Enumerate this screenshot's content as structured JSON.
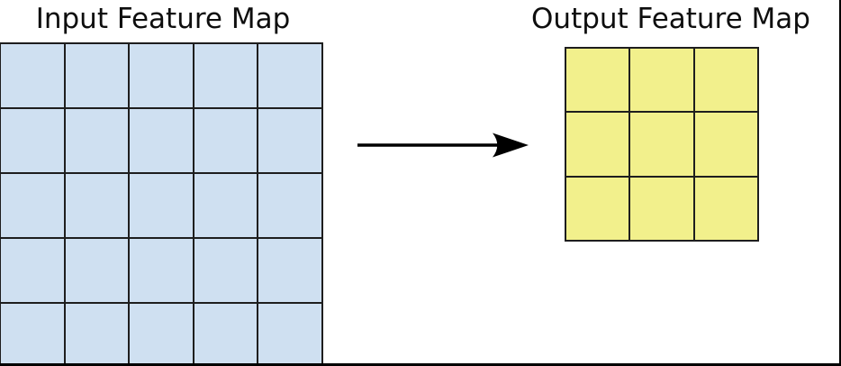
{
  "figure": {
    "background": "#ffffff",
    "frame_color": "#000000"
  },
  "input_map": {
    "title": "Input Feature Map",
    "rows": 5,
    "cols": 5,
    "cell_color": "#cfe0f1",
    "line_color": "#1e1e1e"
  },
  "output_map": {
    "title": "Output Feature Map",
    "rows": 3,
    "cols": 3,
    "cell_color": "#f2f08c",
    "line_color": "#1e1e1e"
  },
  "arrow": {
    "direction": "right",
    "color": "#000000"
  }
}
